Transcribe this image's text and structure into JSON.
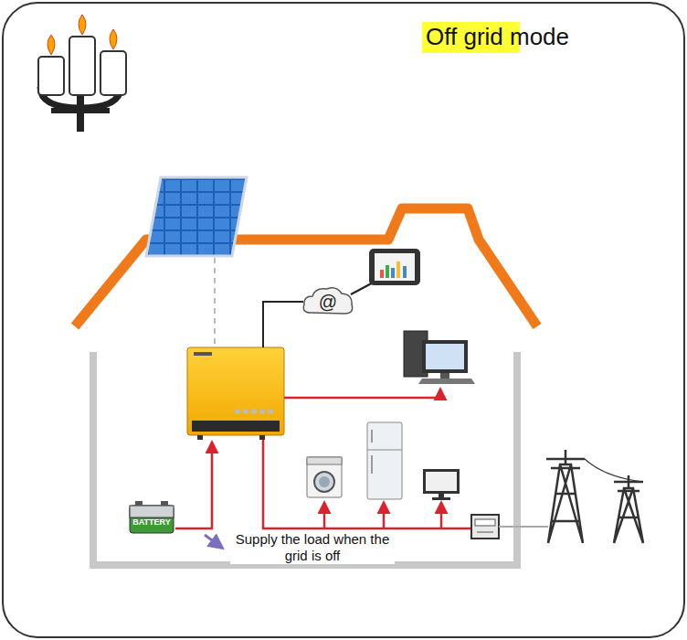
{
  "diagram": {
    "title": "Off grid mode",
    "nodes": [
      {
        "text": [
          "@"
        ]
      },
      {
        "text": [
          "BATTERY"
        ]
      }
    ],
    "labels": [
      "Supply the load when the grid is off"
    ]
  }
}
